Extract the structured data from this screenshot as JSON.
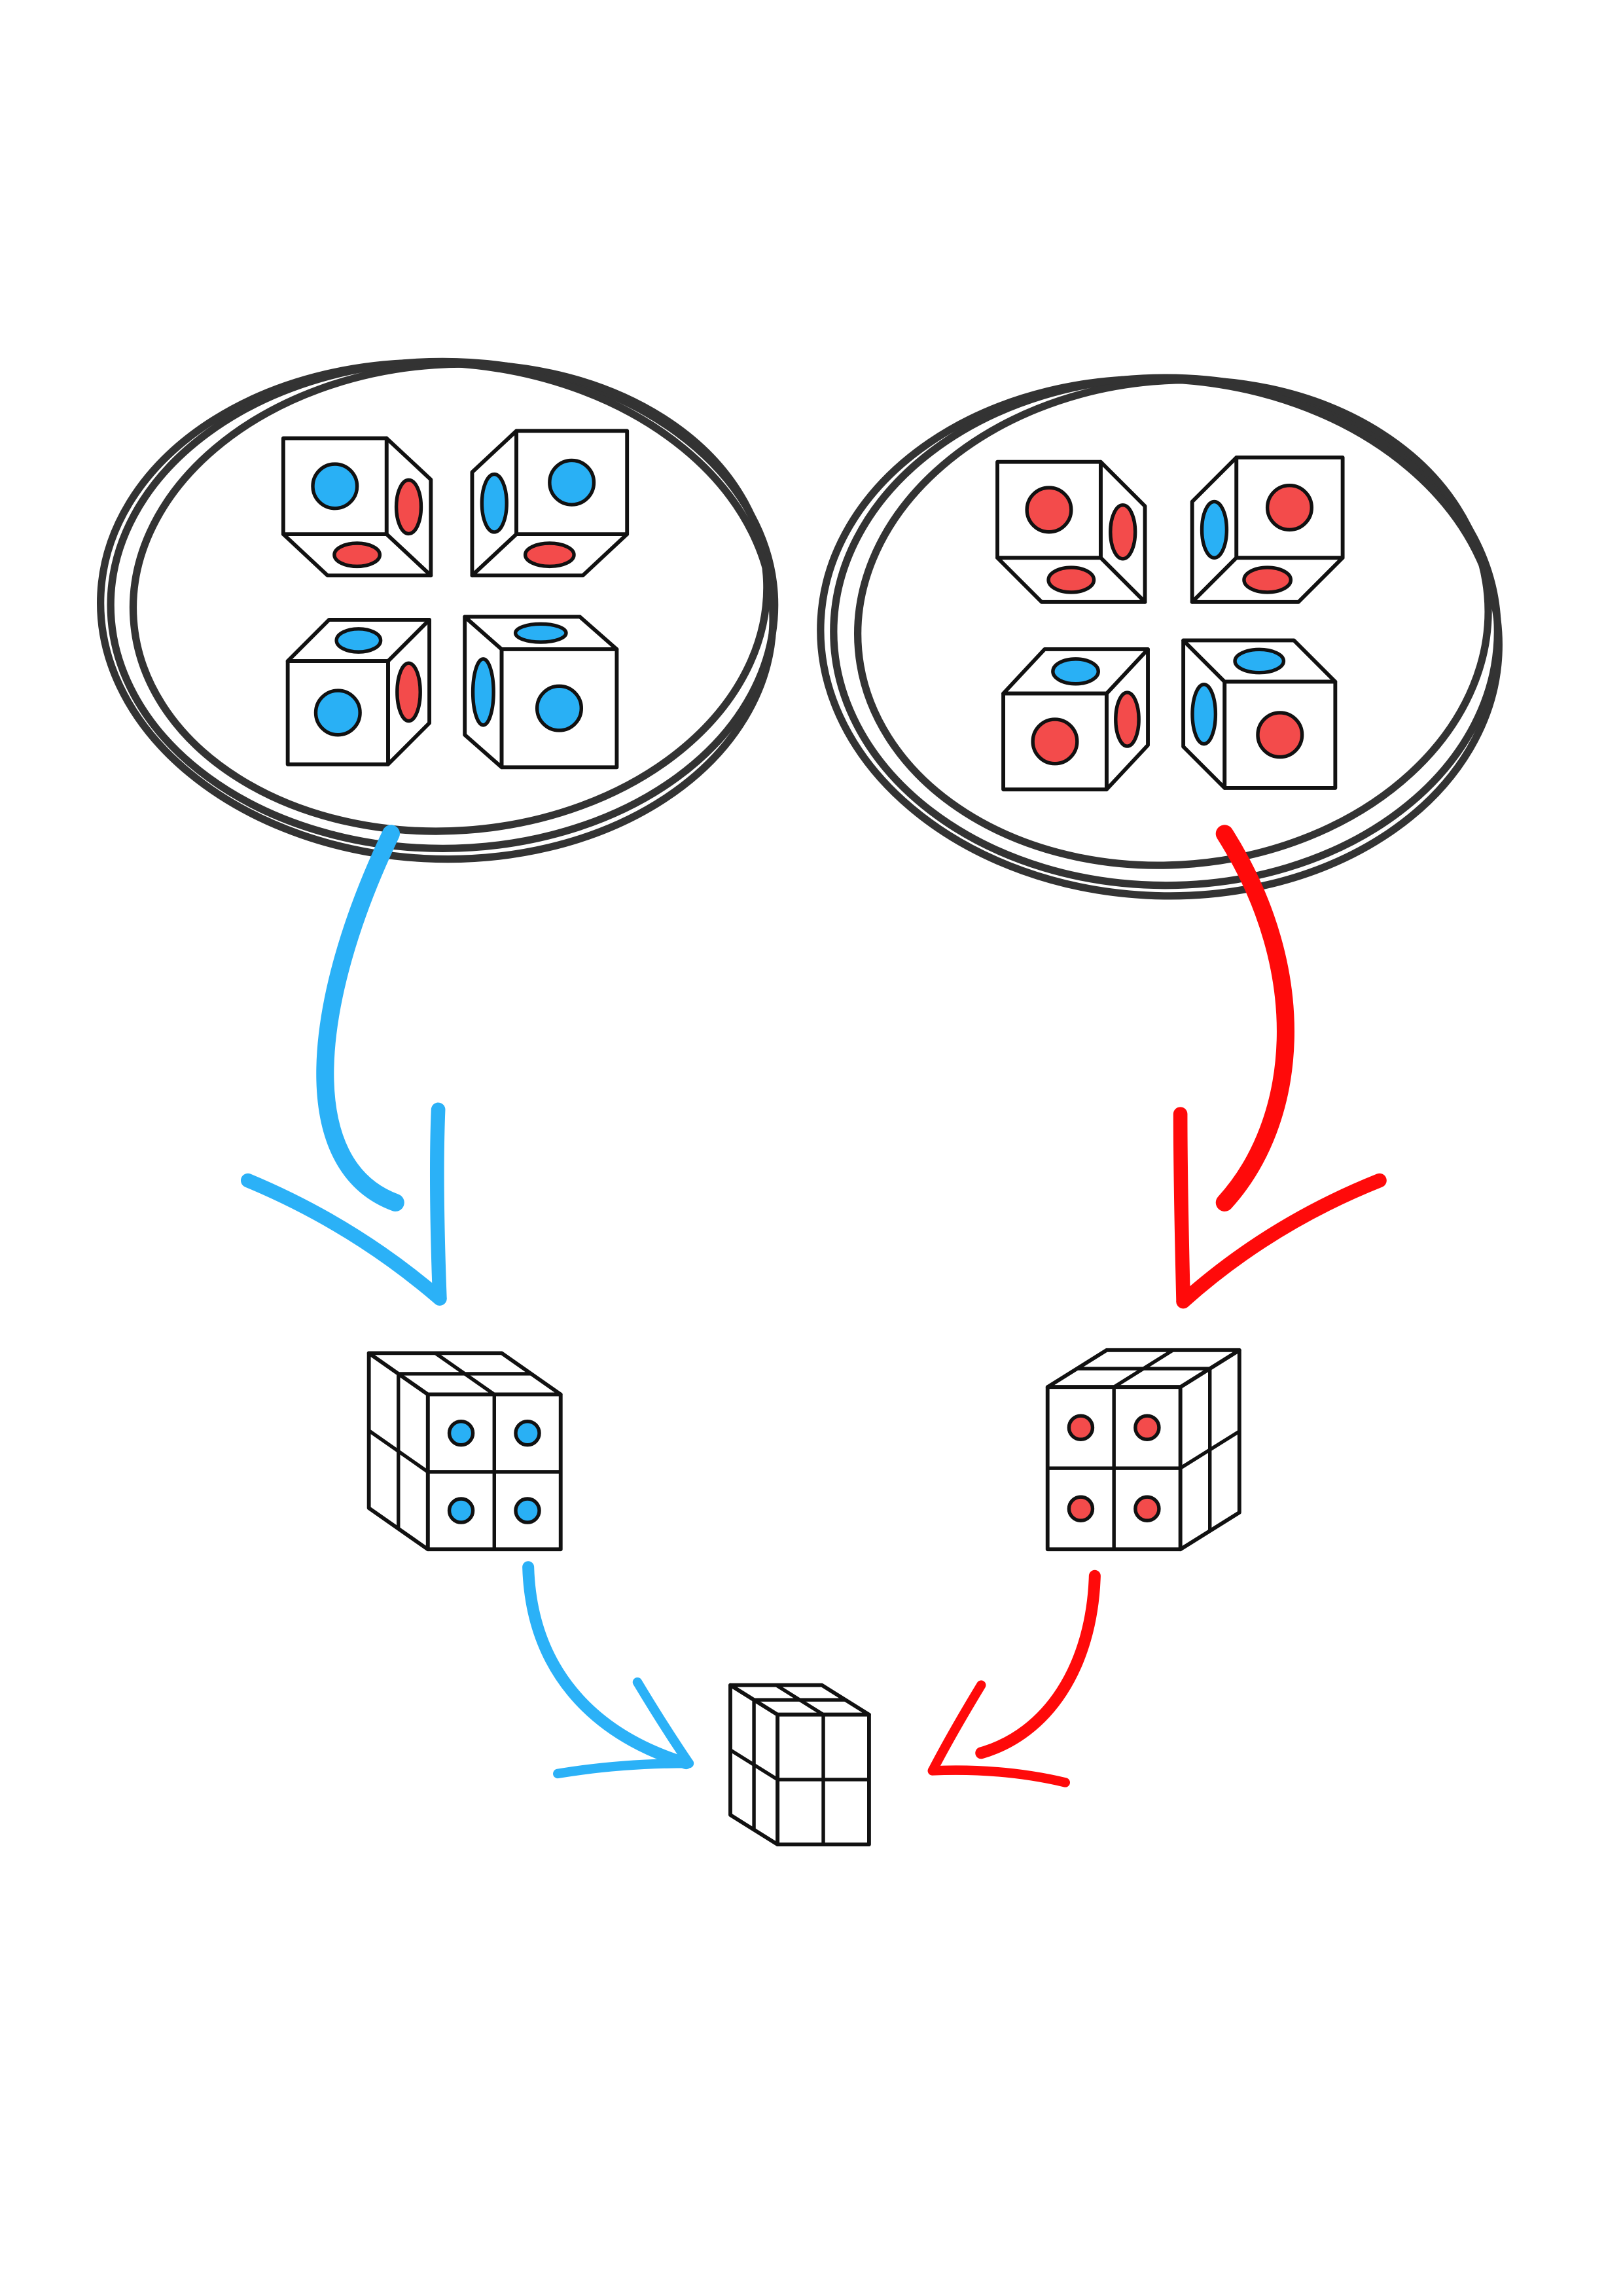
{
  "colors": {
    "blue": "#29b0f5",
    "red": "#f34b4b",
    "arrow_blue": "#2bb1f7",
    "arrow_red": "#ff0a0a",
    "ink": "#111111",
    "ring": "#333333"
  },
  "groups": [
    {
      "id": "blue-group",
      "cubes": [
        {
          "faces": {
            "front": "blue",
            "side": "red",
            "cap": "red"
          }
        },
        {
          "faces": {
            "front": "blue",
            "side": "blue",
            "cap": "red"
          }
        },
        {
          "faces": {
            "front": "blue",
            "side": "red",
            "cap": "blue"
          }
        },
        {
          "faces": {
            "front": "blue",
            "side": "blue",
            "cap": "blue"
          }
        }
      ]
    },
    {
      "id": "red-group",
      "cubes": [
        {
          "faces": {
            "front": "red",
            "side": "red",
            "cap": "red"
          }
        },
        {
          "faces": {
            "front": "red",
            "side": "blue",
            "cap": "red"
          }
        },
        {
          "faces": {
            "front": "red",
            "side": "red",
            "cap": "blue"
          }
        },
        {
          "faces": {
            "front": "red",
            "side": "blue",
            "cap": "blue"
          }
        }
      ]
    }
  ],
  "assembled": [
    {
      "id": "blue-2x2-cube",
      "dot_color": "blue"
    },
    {
      "id": "red-2x2-cube",
      "dot_color": "red"
    },
    {
      "id": "final-2x2-cube",
      "dot_color": null
    }
  ]
}
